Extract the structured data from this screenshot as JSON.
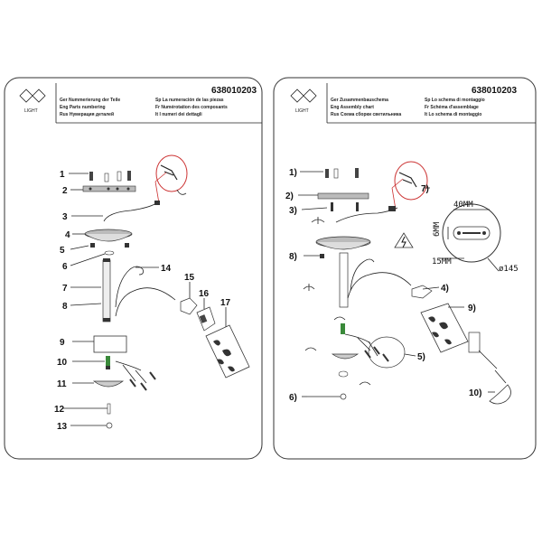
{
  "left_sheet": {
    "logo_text": "LIGHT",
    "product_code": "638010203",
    "header": {
      "ger": "Ger  Nummerierung der Teile",
      "eng": "Eng  Parts numbering",
      "rus": "Rus  Нумерация деталей",
      "sp": "Sp  La numeración de las piezas",
      "fr": "Fr  Numérotation des composants",
      "it": "It  I numeri dei dettagli"
    },
    "labels": [
      "1",
      "2",
      "3",
      "4",
      "5",
      "6",
      "7",
      "8",
      "9",
      "10",
      "11",
      "12",
      "13",
      "14",
      "15",
      "16",
      "17"
    ]
  },
  "right_sheet": {
    "logo_text": "LIGHT",
    "product_code": "638010203",
    "header": {
      "ger": "Ger  Zusammenbauschema",
      "eng": "Eng  Assembly chart",
      "rus": "Rus  Схема сборки светильника",
      "sp": "Sp  Lo schema di montaggio",
      "fr": "Fr  Schéma d'assemblage",
      "it": "It  Lo schema di montaggio"
    },
    "labels": [
      "1)",
      "2)",
      "3)",
      "4)",
      "5)",
      "6)",
      "7)",
      "8)",
      "9)",
      "10)"
    ],
    "dimensions": {
      "width_top": "40MM",
      "height_left": "6MM",
      "bottom": "15MM",
      "diameter": "ø145"
    }
  }
}
